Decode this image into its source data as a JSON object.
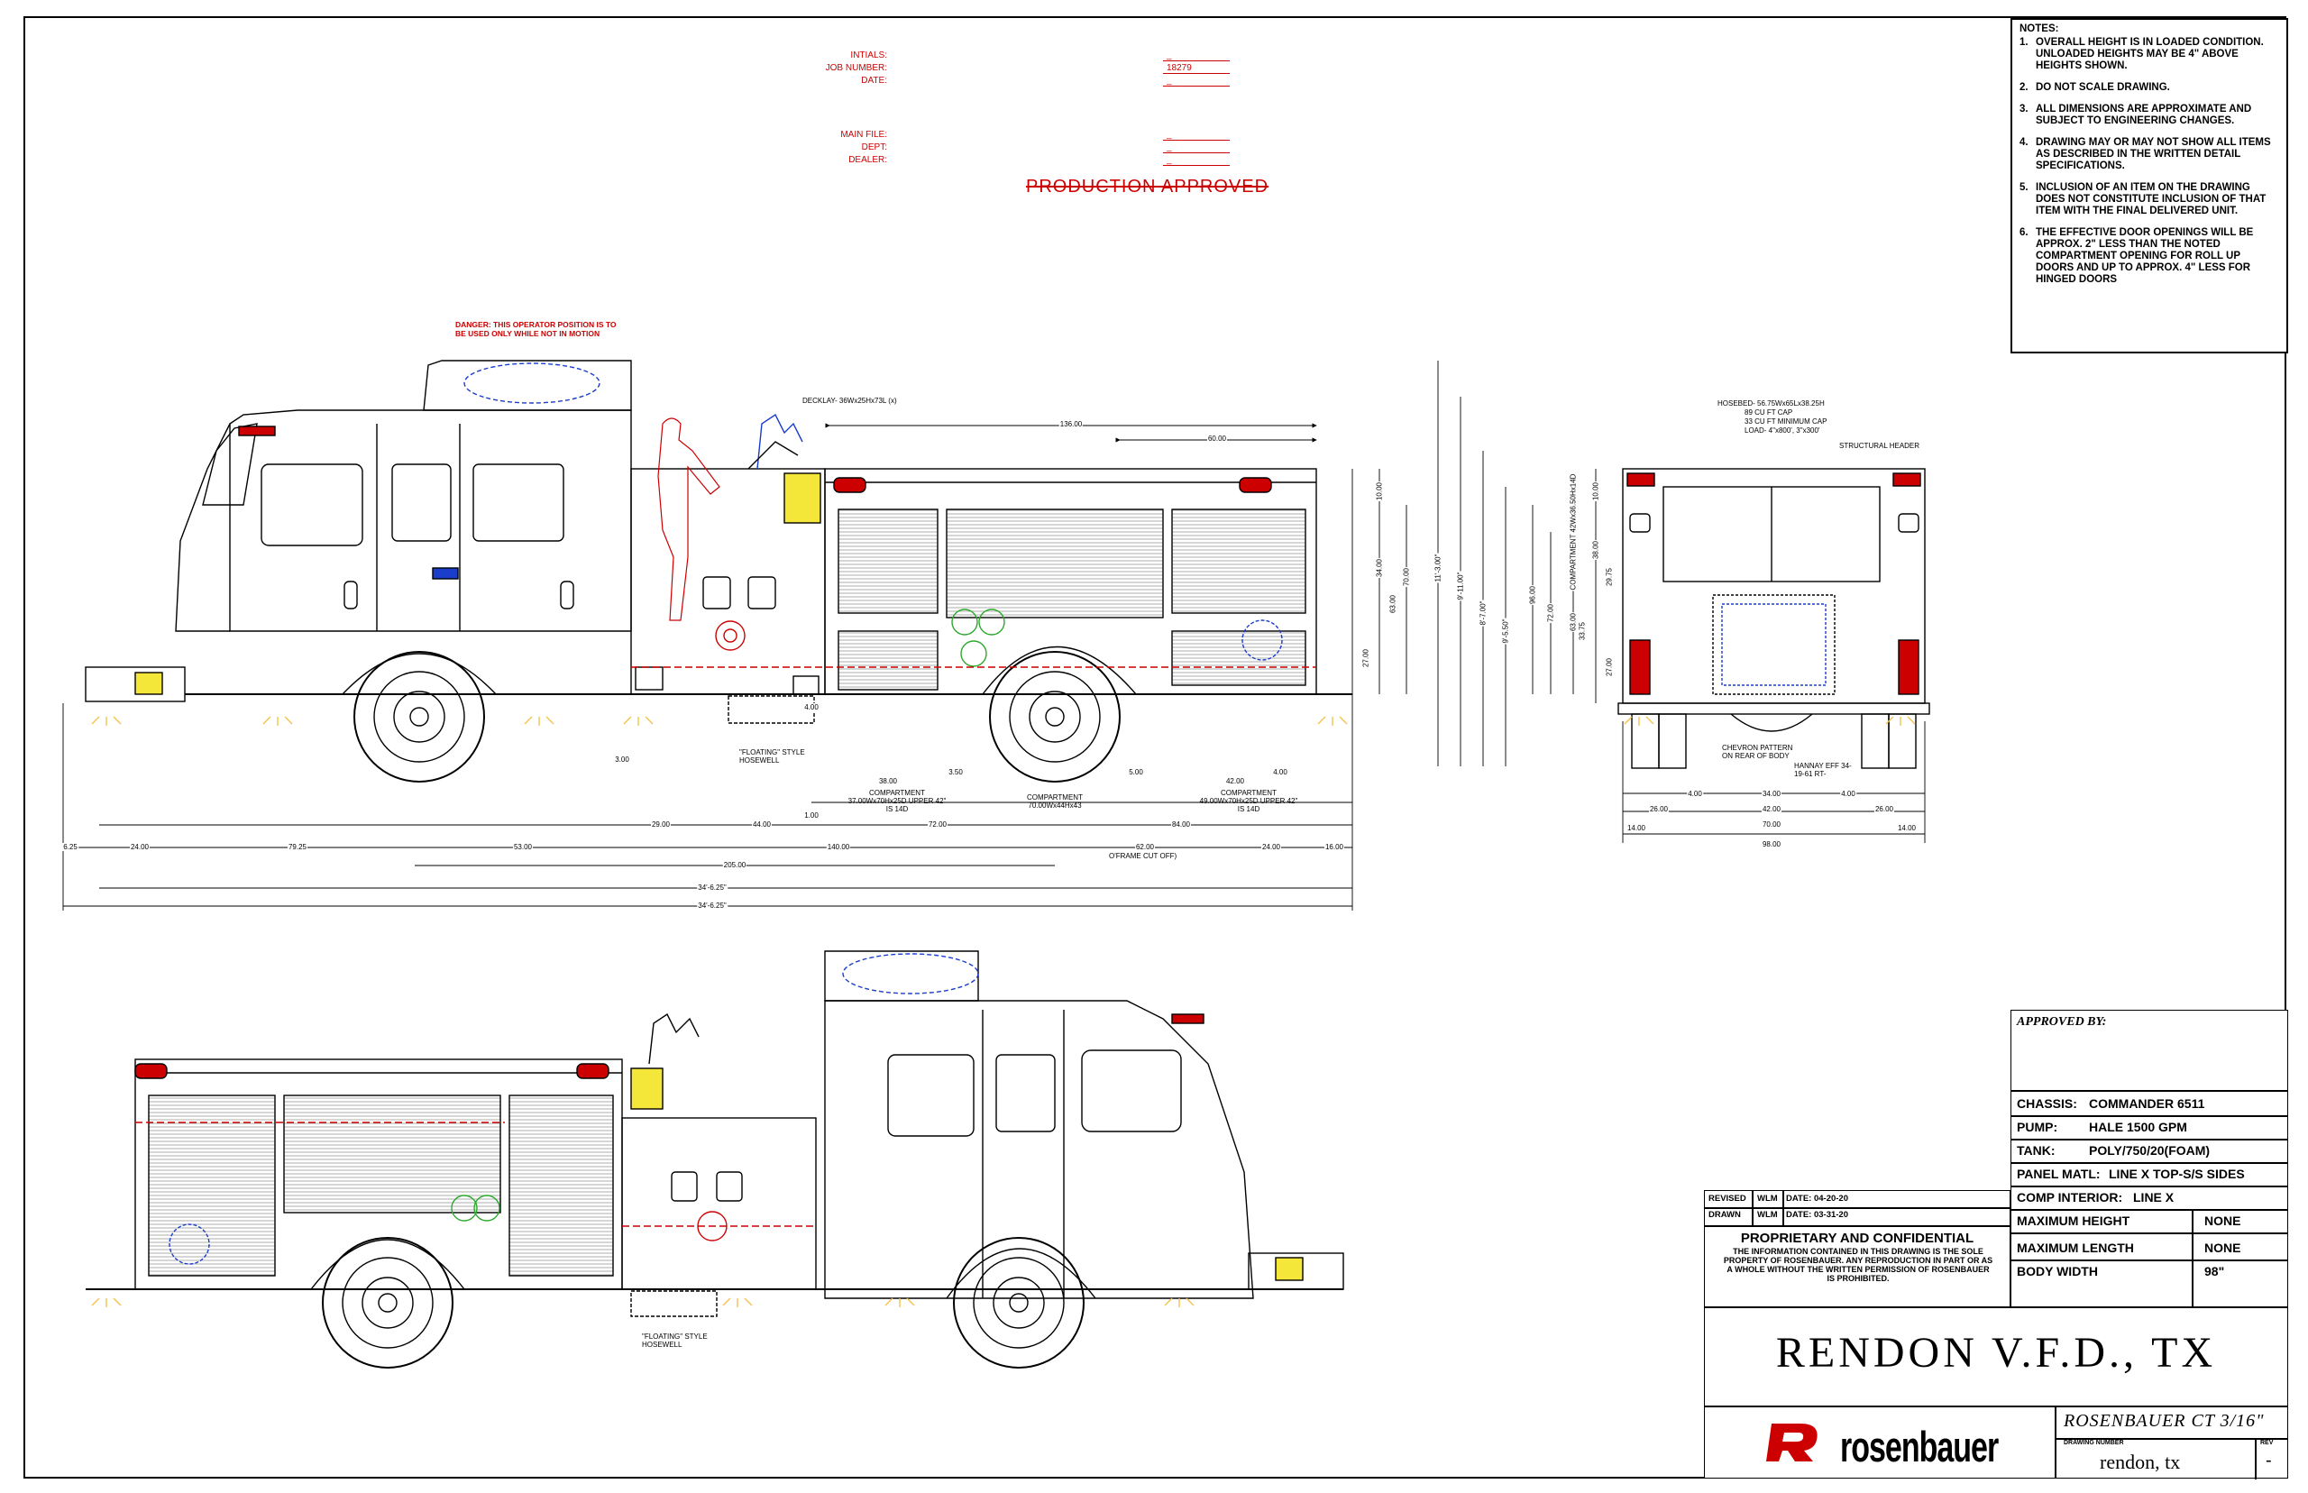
{
  "header": {
    "initials_label": "INTIALS:",
    "initials_value": "_",
    "job_number_label": "JOB NUMBER:",
    "job_number_value": "18279",
    "date_label": "DATE:",
    "date_value": "_",
    "main_file_label": "MAIN FILE:",
    "main_file_value": "_",
    "dept_label": "DEPT:",
    "dept_value": "_",
    "dealer_label": "DEALER:",
    "dealer_value": "_",
    "approval_stamp": "PRODUCTION APPROVED"
  },
  "notes": {
    "title": "NOTES:",
    "items": [
      {
        "num": "1.",
        "text": "OVERALL HEIGHT IS IN LOADED CONDITION. UNLOADED HEIGHTS MAY BE 4\" ABOVE HEIGHTS SHOWN."
      },
      {
        "num": "2.",
        "text": "DO NOT SCALE DRAWING."
      },
      {
        "num": "3.",
        "text": "ALL DIMENSIONS ARE APPROXIMATE AND SUBJECT TO ENGINEERING CHANGES."
      },
      {
        "num": "4.",
        "text": "DRAWING MAY OR MAY NOT SHOW ALL ITEMS AS DESCRIBED IN THE WRITTEN DETAIL SPECIFICATIONS."
      },
      {
        "num": "5.",
        "text": "INCLUSION OF AN ITEM ON THE DRAWING DOES NOT CONSTITUTE INCLUSION OF THAT ITEM WITH THE FINAL DELIVERED UNIT."
      },
      {
        "num": "6.",
        "text": "THE EFFECTIVE DOOR OPENINGS WILL BE APPROX. 2\" LESS THAN THE NOTED COMPARTMENT OPENING FOR ROLL UP DOORS AND UP TO APPROX. 4\" LESS FOR HINGED DOORS"
      }
    ]
  },
  "annotations": {
    "danger": "DANGER: THIS OPERATOR POSITION IS TO BE USED ONLY WHILE NOT IN MOTION",
    "deckgun": "DECKLAY- 36Wx25Hx73L (x)",
    "floating_hosewell": "\"FLOATING\" STYLE HOSEWELL",
    "floating_hosewell_2": "\"FLOATING\" STYLE HOSEWELL",
    "hosebed": "HOSEBED- 56.75Wx65Lx38.25H",
    "hosebed_cap1": "89 CU FT CAP",
    "hosebed_cap2": "33 CU FT MINIMUM CAP",
    "hosebed_load": "LOAD- 4\"x800', 3\"x300'",
    "structural_header": "STRUCTURAL HEADER",
    "chevron": "CHEVRON PATTERN ON REAR OF BODY",
    "hannay": "HANNAY EFF 34-19-61 RT-",
    "frame_cut_off": "O'FRAME CUT OFF)",
    "compartment_1": "COMPARTMENT 37.00Wx70Hx25D UPPER 42\" IS 14D",
    "compartment_2": "COMPARTMENT 70.00Wx44Hx43",
    "compartment_3": "COMPARTMENT 49.00Wx70Hx25D UPPER 42\" IS 14D",
    "compartment_rear": "COMPARTMENT 42Wx36.50Hx14D"
  },
  "dimensions": {
    "top_136": "136.00",
    "top_60": "60.00",
    "bottom_row1": [
      "6.25",
      "24.00",
      "79.25",
      "53.00",
      "140.00",
      "62.00",
      "24.00",
      "16.00"
    ],
    "bottom_row2": [
      "29.00",
      "44.00",
      "72.00",
      "84.00"
    ],
    "bottom_compartments": [
      "38.00",
      "3.50",
      "5.00",
      "42.00",
      "4.00"
    ],
    "wheelbase": "205.00",
    "overall_1": "34'-6.25\"",
    "overall_2": "34'-6.25\"",
    "small_left": [
      "3.00",
      "4.00",
      "1.00"
    ],
    "heights_right": [
      "10.00",
      "34.00",
      "63.00",
      "70.00",
      "27.00"
    ],
    "overall_heights": [
      "11'-3.00\"",
      "9'-11.00\"",
      "8'-7.00\"",
      "9'-5.50\"",
      "96.00",
      "72.00",
      "63.00"
    ],
    "rear_heights": [
      "10.00",
      "38.00",
      "29.75",
      "33.75",
      "27.00"
    ],
    "rear_widths": [
      "14.00",
      "26.00",
      "4.00",
      "34.00",
      "42.00",
      "70.00",
      "4.00",
      "26.00",
      "14.00",
      "98.00"
    ]
  },
  "titleblock": {
    "approved_by": "APPROVED BY:",
    "chassis_label": "CHASSIS:",
    "chassis_value": "COMMANDER 6511",
    "pump_label": "PUMP:",
    "pump_value": "HALE 1500 GPM",
    "tank_label": "TANK:",
    "tank_value": "POLY/750/20(FOAM)",
    "panel_label": "PANEL MATL:",
    "panel_value": "LINE X TOP-S/S SIDES",
    "comp_label": "COMP INTERIOR:",
    "comp_value": "LINE X",
    "max_height_label": "MAXIMUM HEIGHT",
    "max_height_value": "NONE",
    "max_length_label": "MAXIMUM LENGTH",
    "max_length_value": "NONE",
    "body_width_label": "BODY WIDTH",
    "body_width_value": "98\"",
    "revised_label": "REVISED",
    "revised_by": "WLM",
    "revised_date": "DATE: 04-20-20",
    "drawn_label": "DRAWN",
    "drawn_by": "WLM",
    "drawn_date": "DATE: 03-31-20",
    "proprietary_title": "PROPRIETARY AND CONFIDENTIAL",
    "proprietary_text": "THE INFORMATION CONTAINED IN THIS DRAWING IS THE SOLE PROPERTY OF ROSENBAUER. ANY REPRODUCTION IN PART OR AS A WHOLE WITHOUT THE WRITTEN PERMISSION OF ROSENBAUER IS PROHIBITED.",
    "customer": "RENDON V.F.D., TX",
    "model": "ROSENBAUER CT 3/16\"",
    "drawing_number_label": "DRAWING NUMBER",
    "drawing_number": "rendon, tx",
    "rev_label": "REV",
    "rev_value": "-",
    "brand": "rosenbauer"
  },
  "colors": {
    "ink": "#000000",
    "red": "#cc0000",
    "blue": "#1a3dcc",
    "green": "#2ea82e",
    "yellow": "#f5e63a",
    "amber": "#f3c24a"
  }
}
